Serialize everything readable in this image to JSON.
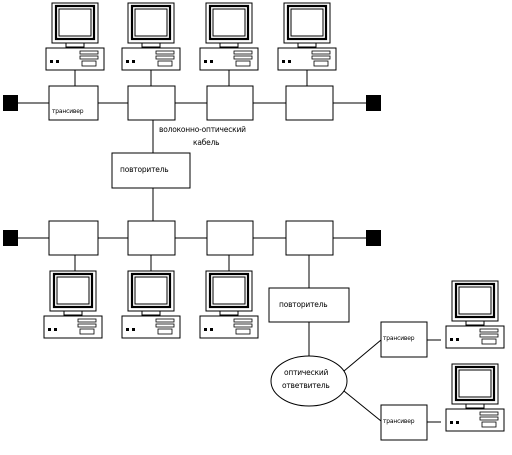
{
  "labels": {
    "transceiver": "трансивер",
    "fiber_cable_line1": "волоконно-оптический",
    "fiber_cable_line2": "кабель",
    "repeater_top": "повторитель",
    "repeater_right": "повторитель",
    "transceiver_upper": "трансивер",
    "transceiver_lower": "трансивер",
    "splitter_line1": "оптический",
    "splitter_line2": "ответвитель"
  }
}
